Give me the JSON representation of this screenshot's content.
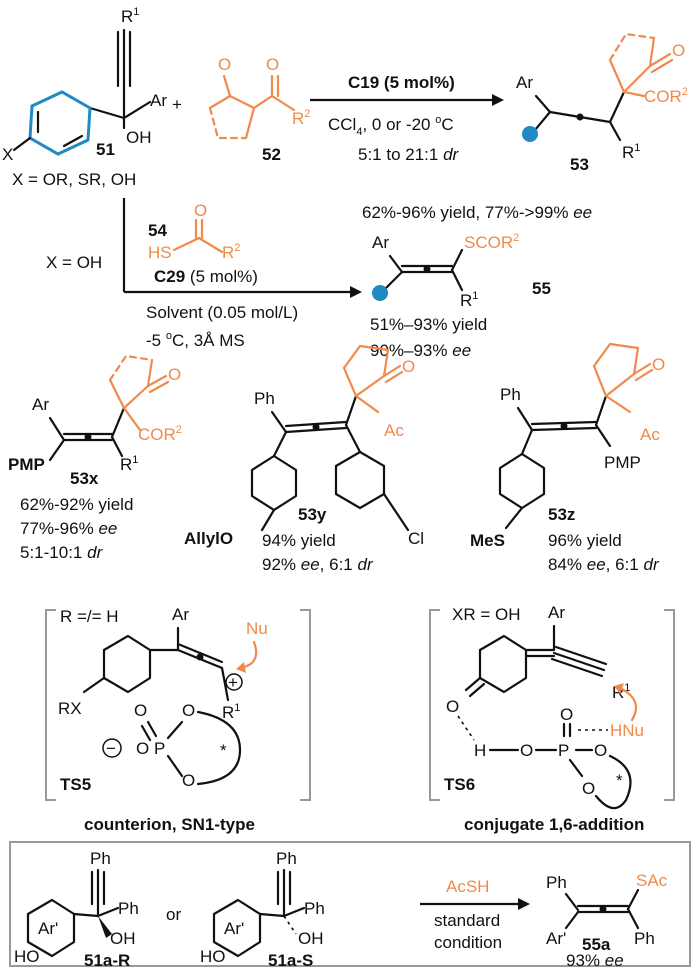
{
  "colors": {
    "ink": "#111111",
    "accent": "#f08a4b",
    "blue_marker": "#1f8bc4",
    "frame": "#999999"
  },
  "top": {
    "r1": "R",
    "r1_sup": "1",
    "ar": "Ar",
    "oh": "OH",
    "x": "X",
    "label_51": "51",
    "x_def": "X = OR, SR, OH",
    "plus": "+",
    "o_ketone": "O",
    "o_acyl": "O",
    "r2": "R",
    "r2_sup": "2",
    "label_52": "52",
    "catalyst": "C19 (5 mol%)",
    "cond_a": "CCl",
    "cond_a_sub": "4",
    "cond_b": ", 0 or -20 ",
    "cond_deg": "o",
    "cond_c": "C",
    "dr_range": "5:1 to 21:1 ",
    "dr": "dr",
    "p53_ar": "Ar",
    "p53_o": "O",
    "p53_cor": "COR",
    "p53_cor_sup": "2",
    "p53_r1": "R",
    "p53_r1_sup": "1",
    "label_53": "53",
    "yield_53": "62%-96% yield, 77%->99% ",
    "ee": "ee"
  },
  "mid": {
    "x_oh": "X = OH",
    "label_54": "54",
    "o_thio": "O",
    "hs": "HS",
    "r2": "R",
    "r2_sup": "2",
    "catalyst_bold": "C29",
    "catalyst_rest": " (5 mol%)",
    "solvent": "Solvent (0.05 mol/L)",
    "temp_a": "-5 ",
    "temp_deg": "o",
    "temp_b": "C, 3Å MS",
    "p55_ar": "Ar",
    "p55_s": "SCOR",
    "p55_s_sup": "2",
    "p55_r1": "R",
    "p55_r1_sup": "1",
    "label_55": "55",
    "yield_55": "51%–93% yield",
    "ee_55": "90%–93% ",
    "ee": "ee"
  },
  "examples": [
    {
      "id": "53x",
      "aryl": "PMP",
      "top_sub": "Ar",
      "acyl": "COR",
      "acyl_sup": "2",
      "r1": "R",
      "r1_sup": "1",
      "o": "O",
      "lines": [
        "62%-92% yield",
        "77%-96% ",
        "5:1-10:1 "
      ],
      "ee": "ee",
      "dr": "dr"
    },
    {
      "id": "53y",
      "top_sub": "Ph",
      "acyl": "Ac",
      "o": "O",
      "aryl_left": "AllylO",
      "aryl_right": "Cl",
      "lines": [
        "94% yield",
        "92% ",
        ", 6:1 "
      ],
      "ee": "ee",
      "dr": "dr"
    },
    {
      "id": "53z",
      "top_sub": "Ph",
      "acyl": "Ac",
      "o": "O",
      "right_sub": "PMP",
      "aryl_left": "MeS",
      "lines": [
        "96% yield",
        "84% ",
        ", 6:1 "
      ],
      "ee": "ee",
      "dr": "dr"
    }
  ],
  "ts5": {
    "cond": "R =/= H",
    "ar": "Ar",
    "nu": "Nu",
    "plus": "+",
    "r1": "R",
    "r1_sup": "1",
    "rx": "RX",
    "o": "O",
    "p": "P",
    "minus": "−",
    "star": "*",
    "label": "TS5",
    "caption": "counterion, SN1-type"
  },
  "ts6": {
    "cond": "XR = OH",
    "ar": "Ar",
    "r1": "R",
    "r1_sup": "1",
    "o": "O",
    "p": "P",
    "h": "H",
    "hnu": "HNu",
    "star": "*",
    "label": "TS6",
    "caption": "conjugate 1,6-addition"
  },
  "bottom": {
    "ph": "Ph",
    "oh": "OH",
    "ho": "HO",
    "ar_prime": "Ar'",
    "label_r": "51a-R",
    "or": "or",
    "label_s": "51a-S",
    "reagent": "AcSH",
    "cond1": "standard",
    "cond2": "condition",
    "sac": "SAc",
    "label_55a": "55a",
    "ee_val": "93% ",
    "ee": "ee"
  }
}
